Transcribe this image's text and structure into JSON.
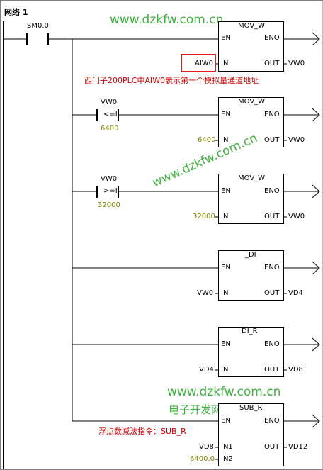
{
  "network": {
    "title": "网络 1"
  },
  "contacts": [
    {
      "name": "SM0.0",
      "operator": "",
      "value": ""
    },
    {
      "name": "VW0",
      "operator": "<=I",
      "value": "6400"
    },
    {
      "name": "VW0",
      "operator": ">=I",
      "value": "32000"
    }
  ],
  "blocks": [
    {
      "title": "MOV_W",
      "en": "EN",
      "eno": "ENO",
      "in1_label": "IN",
      "in1_value": "AIW0",
      "out_label": "OUT",
      "out_value": "VW0"
    },
    {
      "title": "MOV_W",
      "en": "EN",
      "eno": "ENO",
      "in1_label": "IN",
      "in1_value": "6400",
      "out_label": "OUT",
      "out_value": "VW0"
    },
    {
      "title": "MOV_W",
      "en": "EN",
      "eno": "ENO",
      "in1_label": "IN",
      "in1_value": "32000",
      "out_label": "OUT",
      "out_value": "VW0"
    },
    {
      "title": "I_DI",
      "en": "EN",
      "eno": "ENO",
      "in1_label": "IN",
      "in1_value": "VW0",
      "out_label": "OUT",
      "out_value": "VD4"
    },
    {
      "title": "DI_R",
      "en": "EN",
      "eno": "ENO",
      "in1_label": "IN",
      "in1_value": "VD4",
      "out_label": "OUT",
      "out_value": "VD8"
    },
    {
      "title": "SUB_R",
      "en": "EN",
      "eno": "ENO",
      "in1_label": "IN1",
      "in1_value": "VD8",
      "in2_label": "IN2",
      "in2_value": "6400.0",
      "out_label": "OUT",
      "out_value": "VD12"
    }
  ],
  "annotations": {
    "aiw_note": "西门子200PLC中AIW0表示第一个模拟量通道地址",
    "sub_note": "浮点数减法指令：SUB_R"
  },
  "watermarks": {
    "top": "www.dzkfw.com.cn",
    "diag_1": "www.dzkfw.com.cn",
    "bottom": "www.dzkfw.com.cn",
    "bottom_cn": "电子开发网"
  },
  "colors": {
    "value_olive": "#808000",
    "annotation_red": "#cc0000",
    "watermark_green": "#40b040"
  }
}
